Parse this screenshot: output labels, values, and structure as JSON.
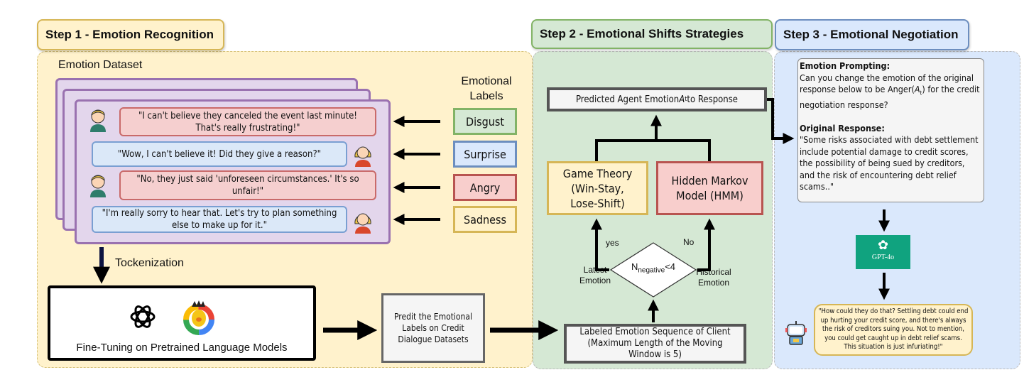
{
  "step1": {
    "title": "Step 1 - Emotion Recognition",
    "dataset_title": "Emotion Dataset",
    "labels_title": "Emotional Labels",
    "dialogue": [
      "\"I can't believe they canceled the event last minute! That's really frustrating!\"",
      "\"Wow, I can't believe it! Did they give a reason?\"",
      "\"No, they just said 'unforeseen circumstances.' It's so unfair!\"",
      "\"I'm really sorry to hear that. Let's try to plan something else to make up for it.\""
    ],
    "labels": [
      {
        "text": "Disgust",
        "color": "#82b366",
        "fill": "#d5e8d4"
      },
      {
        "text": "Surprise",
        "color": "#6c8ebf",
        "fill": "#dae8fc"
      },
      {
        "text": "Angry",
        "color": "#b85450",
        "fill": "#f8cecc"
      },
      {
        "text": "Sadness",
        "color": "#d6b656",
        "fill": "#fff2cc"
      }
    ],
    "tokenization": "Tockenization",
    "finetune": "Fine-Tuning on Pretrained Language Models",
    "predict": "Predit the Emotional Labels on Credit Dialogue Datasets"
  },
  "step2": {
    "title": "Step 2 - Emotional Shifts Strategies",
    "predicted": {
      "pre": "Predicted Agent Emotion ",
      "var": "A",
      "sub": "t",
      "post": " to Response"
    },
    "game_theory": "Game Theory (Win-Stay, Lose-Shift)",
    "hmm": "Hidden Markov Model (HMM)",
    "condition": {
      "var": "N",
      "sub": "negative",
      "post": "<4"
    },
    "yes": "yes",
    "no": "No",
    "latest": "Latest Emotion",
    "historical": "Historical Emotion",
    "sequence": "Labeled Emotion Sequence of Client (Maximum Length of the Moving Window is 5)"
  },
  "step3": {
    "title": "Step 3 - Emotional Negotiation",
    "prompt_heading": "Emotion Prompting:",
    "prompt_text": {
      "pre": "Can you change the emotion of the original response below to be Anger(",
      "var": "A",
      "sub": "t",
      "post": ") for the credit negotiation response?"
    },
    "orig_heading": "Original Response:",
    "orig_text": "\"Some risks associated with debt settlement include potential damage to credit scores, the possibility of being sued by creditors, and the risk of encountering debt relief scams..\"",
    "model": "GPT-4o",
    "model_color": "#10a37f",
    "response": "\"How could they do that? Settling debt could end up hurting your credit score, and there's always the risk of creditors suing you. Not to mention, you could get caught up in debt relief scams. This situation is just infuriating!\""
  }
}
